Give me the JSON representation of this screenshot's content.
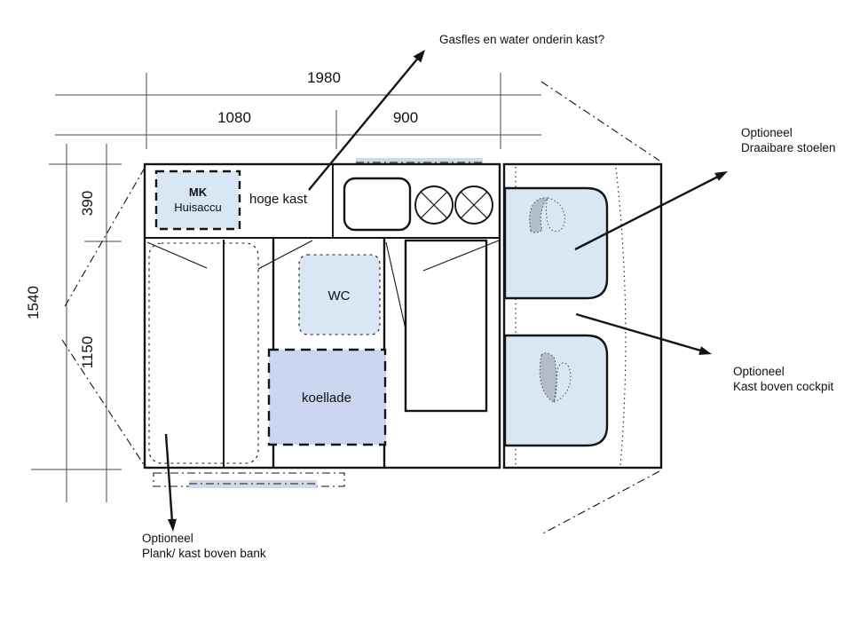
{
  "colors": {
    "background": "#ffffff",
    "line": "#141414",
    "dim_line": "#4a4a4a",
    "text": "#111111",
    "fill_light_blue": "#d9e6f4",
    "fill_blue": "#ccd6f0",
    "fill_window": "#ccdaeb",
    "swoosh_grey": "#b3bdc9",
    "swoosh_line": "#4a4a4a"
  },
  "dimensions": {
    "total_length": "1980",
    "left_segment": "1080",
    "right_segment": "900",
    "cabinet_depth": "390",
    "bench_depth": "1150",
    "total_width": "1540"
  },
  "rooms": {
    "battery_line1": "MK",
    "battery_line2": "Huisaccu",
    "tall_cabinet": "hoge kast",
    "toilet": "WC",
    "fridge_drawer": "koellade"
  },
  "annotations": {
    "gas_note": "Gasfles en water onderin kast?",
    "seats_note_line1": "Optioneel",
    "seats_note_line2": "Draaibare stoelen",
    "cockpit_note_line1": "Optioneel",
    "cockpit_note_line2": "Kast boven cockpit",
    "bench_note_line1": "Optioneel",
    "bench_note_line2": "Plank/ kast boven bank"
  }
}
